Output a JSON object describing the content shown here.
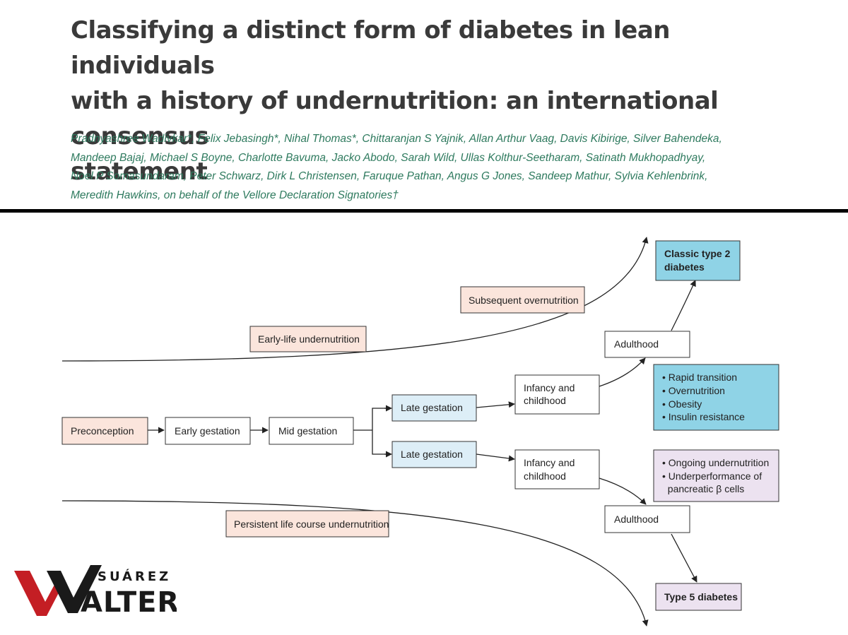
{
  "header": {
    "title_lines": [
      "Classifying a distinct form of diabetes in lean individuals",
      "with a history of undernutrition: an international consensus",
      "statement"
    ],
    "author_lines": [
      "Pradnyashree Wadivkar*, Felix Jebasingh*, Nihal Thomas*, Chittaranjan S Yajnik, Allan Arthur Vaag, Davis Kibirige, Silver Bahendeka,",
      "Mandeep Bajaj, Michael S Boyne, Charlotte Bavuma, Jacko Abodo, Sarah Wild, Ullas Kolthur-Seetharam, Satinath Mukhopadhyay,",
      "Noel P Somasundaram, Peter Schwarz, Dirk L Christensen, Faruque Pathan, Angus G Jones, Sandeep Mathur, Sylvia Kehlenbrink,",
      "Meredith Hawkins, on behalf of the Vellore Declaration Signatories†"
    ]
  },
  "diagram": {
    "colors": {
      "undernutrition_fill": "#fbe5dc",
      "gestation_fill": "#ddeef7",
      "type2_fill": "#8fd3e6",
      "type5_fill": "#ece2f0",
      "border": "#333333",
      "line": "#222222"
    },
    "boxes": {
      "preconception": [
        "Preconception"
      ],
      "early_gestation": [
        "Early gestation"
      ],
      "mid_gestation": [
        "Mid gestation"
      ],
      "late_gestation_upper": [
        "Late gestation"
      ],
      "late_gestation_lower": [
        "Late gestation"
      ],
      "infancy_upper": [
        "Infancy and",
        "childhood"
      ],
      "infancy_lower": [
        "Infancy and",
        "childhood"
      ],
      "adulthood_upper": [
        "Adulthood"
      ],
      "adulthood_lower": [
        "Adulthood"
      ],
      "classic_type2": [
        "Classic type 2",
        "diabetes"
      ],
      "type5": [
        "Type 5 diabetes"
      ],
      "early_life_undernutrition": [
        "Early-life undernutrition"
      ],
      "subsequent_overnutrition": [
        "Subsequent overnutrition"
      ],
      "persistent_undernutrition": [
        "Persistent life course undernutrition"
      ],
      "type2_features": [
        "• Rapid transition",
        "• Overnutrition",
        "• Obesity",
        "• Insulin resistance"
      ],
      "type5_features": [
        "• Ongoing undernutrition",
        "• Underperformance of",
        "  pancreatic β cells"
      ]
    }
  },
  "logo": {
    "top_text": "SUÁREZ",
    "main_text": "ALTER",
    "accent": "#c41e24"
  }
}
